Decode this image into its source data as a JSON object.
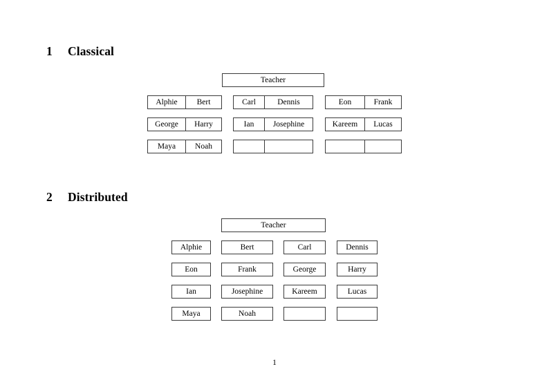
{
  "page": {
    "folio": "1"
  },
  "sections": [
    {
      "number": "1",
      "title": "Classical",
      "root": {
        "label": "Teacher"
      },
      "groups": [
        {
          "name": "group-left",
          "rows": [
            {
              "left": "Alphie",
              "right": "Bert"
            },
            {
              "left": "George",
              "right": "Harry"
            },
            {
              "left": "Maya",
              "right": "Noah"
            }
          ]
        },
        {
          "name": "group-middle",
          "rows": [
            {
              "left": "Carl",
              "right": "Dennis"
            },
            {
              "left": "Ian",
              "right": "Josephine"
            },
            {
              "left": "",
              "right": ""
            }
          ]
        },
        {
          "name": "group-right",
          "rows": [
            {
              "left": "Eon",
              "right": "Frank"
            },
            {
              "left": "Kareem",
              "right": "Lucas"
            },
            {
              "left": "",
              "right": ""
            }
          ]
        }
      ]
    },
    {
      "number": "2",
      "title": "Distributed",
      "root": {
        "label": "Teacher"
      },
      "columns": [
        {
          "name": "column-1",
          "cells": [
            "Alphie",
            "Eon",
            "Ian",
            "Maya"
          ]
        },
        {
          "name": "column-2",
          "cells": [
            "Bert",
            "Frank",
            "Josephine",
            "Noah"
          ]
        },
        {
          "name": "column-3",
          "cells": [
            "Carl",
            "George",
            "Kareem",
            ""
          ]
        },
        {
          "name": "column-4",
          "cells": [
            "Dennis",
            "Harry",
            "Lucas",
            ""
          ]
        }
      ]
    }
  ]
}
